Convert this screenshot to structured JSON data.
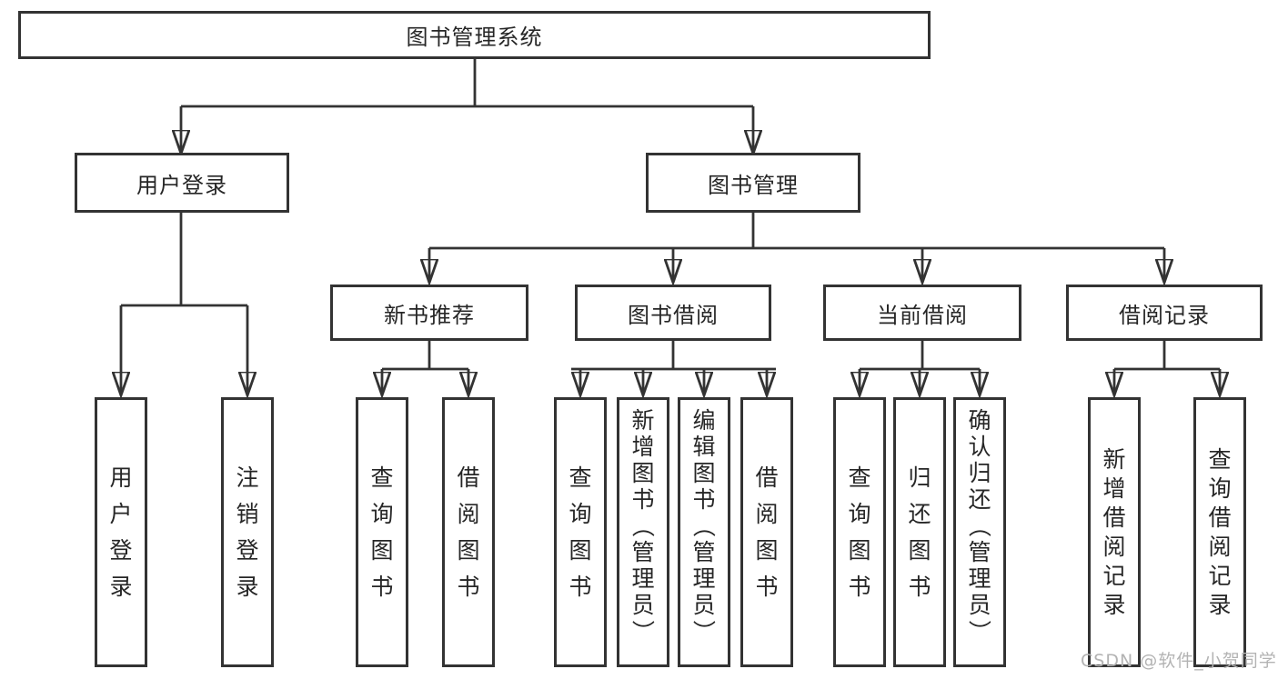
{
  "watermark": {
    "text": "CSDN @软件_小贺同学"
  },
  "colors": {
    "line": "#333333",
    "text": "#262626",
    "watermark": "#b3b3b3",
    "background": "#ffffff"
  },
  "tree": {
    "label": "图书管理系统",
    "children": [
      {
        "label": "用户登录",
        "children": [
          {
            "label": "用户登录"
          },
          {
            "label": "注销登录"
          }
        ]
      },
      {
        "label": "图书管理",
        "children": [
          {
            "label": "新书推荐",
            "children": [
              {
                "label": "查询图书"
              },
              {
                "label": "借阅图书"
              }
            ]
          },
          {
            "label": "图书借阅",
            "children": [
              {
                "label": "查询图书"
              },
              {
                "label": "新增图书（管理员）"
              },
              {
                "label": "编辑图书（管理员）"
              },
              {
                "label": "借阅图书"
              }
            ]
          },
          {
            "label": "当前借阅",
            "children": [
              {
                "label": "查询图书"
              },
              {
                "label": "归还图书"
              },
              {
                "label": "确认归还（管理员）"
              }
            ]
          },
          {
            "label": "借阅记录",
            "children": [
              {
                "label": "新增借阅记录"
              },
              {
                "label": "查询借阅记录"
              }
            ]
          }
        ]
      }
    ]
  }
}
